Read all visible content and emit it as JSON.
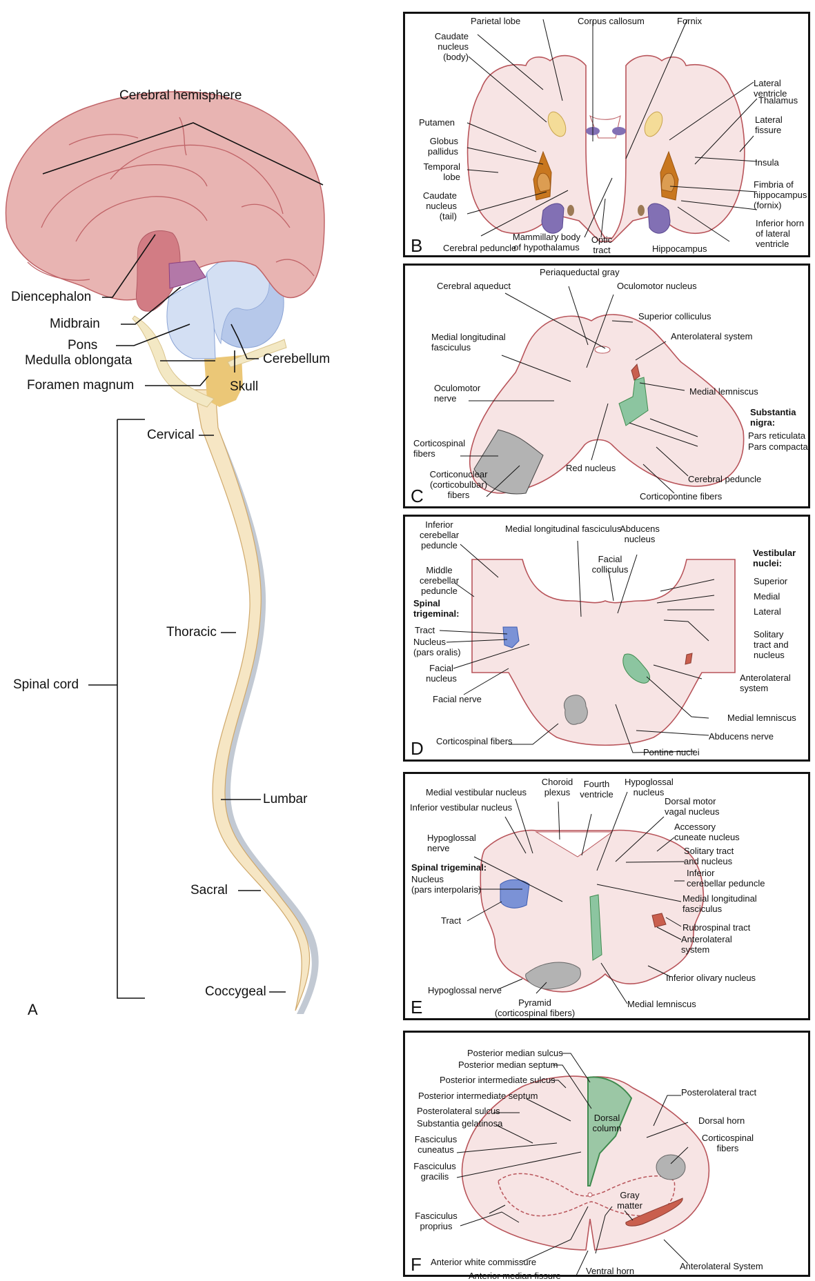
{
  "colors": {
    "tissue_fill": "#f7e4e4",
    "tissue_stroke": "#b8545a",
    "cerebrum": "#e8b4b2",
    "diencephalon": "#d27c84",
    "midbrain": "#b378a8",
    "brainstem_blue": "#d3dff3",
    "cerebellum_dark": "#b6c8ea",
    "medulla": "#ebc777",
    "cord": "#f6e6c4",
    "skull": "#f3e8c4",
    "caudate": "#f4dc98",
    "putamen": "#c8771f",
    "globus": "#dc9d52",
    "hippocampus": "#8270b4",
    "blue_nucleus": "#7b92d6",
    "green_lemniscus": "#8cc5a0",
    "red_anterolateral": "#c95f4e",
    "gray_corticospinal": "#b3b3b3"
  },
  "panel_a": {
    "letter": "A",
    "labels": {
      "cerebral_hemisphere": "Cerebral hemisphere",
      "diencephalon": "Diencephalon",
      "midbrain": "Midbrain",
      "pons": "Pons",
      "medulla": "Medulla oblongata",
      "foramen": "Foramen magnum",
      "cerebellum": "Cerebellum",
      "skull": "Skull",
      "spinal_cord": "Spinal cord",
      "cervical": "Cervical",
      "thoracic": "Thoracic",
      "lumbar": "Lumbar",
      "sacral": "Sacral",
      "coccygeal": "Coccygeal"
    }
  },
  "panel_b": {
    "letter": "B",
    "labels": {
      "parietal": "Parietal lobe",
      "corpus": "Corpus callosum",
      "fornix": "Fornix",
      "caudate_body": "Caudate\nnucleus\n(body)",
      "lat_ventricle": "Lateral\nventricle",
      "thalamus": "Thalamus",
      "putamen": "Putamen",
      "lat_fissure": "Lateral\nfissure",
      "globus": "Globus\npallidus",
      "insula": "Insula",
      "temporal": "Temporal\nlobe",
      "fimbria": "Fimbria of\nhippocampus\n(fornix)",
      "caudate_tail": "Caudate\nnucleus\n(tail)",
      "inf_horn": "Inferior horn\nof lateral\nventricle",
      "cereb_ped": "Cerebral peduncle",
      "mammillary": "Mammillary body\nof hypothalamus",
      "optic": "Optic\ntract",
      "hippocampus": "Hippocampus"
    }
  },
  "panel_c": {
    "letter": "C",
    "labels": {
      "periaqueductal": "Periaqueductal gray",
      "aqueduct": "Cerebral aqueduct",
      "oculomotor_nuc": "Oculomotor nucleus",
      "sup_colliculus": "Superior colliculus",
      "mlf": "Medial longitudinal\nfasciculus",
      "anterolateral": "Anterolateral system",
      "ocul_nerve": "Oculomotor\nnerve",
      "med_lemniscus": "Medial lemniscus",
      "subst_nigra": "Substantia\nnigra:",
      "pars_ret": "Pars reticulata",
      "pars_comp": "Pars compacta",
      "corticospinal": "Corticospinal\nfibers",
      "red_nucleus": "Red nucleus",
      "cereb_ped": "Cerebral peduncle",
      "corticonuclear": "Corticonuclear\n(corticobulbar)\nfibers",
      "corticopontine": "Corticopontine fibers"
    }
  },
  "panel_d": {
    "letter": "D",
    "labels": {
      "icp": "Inferior\ncerebellar\npeduncle",
      "mlf": "Medial longitudinal fasciculus",
      "abducens_nuc": "Abducens\nnucleus",
      "facial_coll": "Facial\ncolliculus",
      "vestibular": "Vestibular\nnuclei:",
      "mcp": "Middle\ncerebellar\npeduncle",
      "superior": "Superior",
      "medial": "Medial",
      "lateral": "Lateral",
      "spinal_trig": "Spinal\ntrigeminal:",
      "tract": "Tract",
      "nucleus_oralis": "Nucleus\n(pars oralis)",
      "solitary": "Solitary\ntract and\nnucleus",
      "facial_nuc": "Facial\nnucleus",
      "anterolateral": "Anterolateral\nsystem",
      "facial_nerve": "Facial nerve",
      "med_lemniscus": "Medial lemniscus",
      "abducens_nerve": "Abducens nerve",
      "corticospinal": "Corticospinal fibers",
      "pontine": "Pontine nuclei"
    }
  },
  "panel_e": {
    "letter": "E",
    "labels": {
      "choroid": "Choroid\nplexus",
      "fourth": "Fourth\nventricle",
      "hypo_nuc": "Hypoglossal\nnucleus",
      "med_vest": "Medial vestibular nucleus",
      "inf_vest": "Inferior vestibular nucleus",
      "dorsal_motor": "Dorsal motor\nvagal nucleus",
      "accessory": "Accessory\ncuneate nucleus",
      "hypo_nerve_top": "Hypoglossal\nnerve",
      "solitary": "Solitary tract\nand nucleus",
      "spinal_trig": "Spinal trigeminal:",
      "icp": "Inferior\ncerebellar peduncle",
      "nucleus_interp": "Nucleus\n(pars interpolaris)",
      "mlf": "Medial longitudinal\nfasciculus",
      "tract": "Tract",
      "rubrospinal": "Rubrospinal tract",
      "anterolateral": "Anterolateral\nsystem",
      "inf_olivary": "Inferior olivary nucleus",
      "hypo_nerve_bottom": "Hypoglossal nerve",
      "med_lemniscus": "Medial lemniscus",
      "pyramid": "Pyramid\n(corticospinal fibers)"
    }
  },
  "panel_f": {
    "letter": "F",
    "labels": {
      "post_med_sulcus": "Posterior median sulcus",
      "post_med_septum": "Posterior median septum",
      "post_int_sulcus": "Posterior intermediate sulcus",
      "post_int_septum": "Posterior intermediate septum",
      "posterolateral_tract": "Posterolateral tract",
      "posterolateral_sulcus": "Posterolateral sulcus",
      "subst_gel": "Substantia gelatinosa",
      "dorsal_horn": "Dorsal horn",
      "dorsal_column": "Dorsal\ncolumn",
      "fasc_cuneatus": "Fasciculus\ncuneatus",
      "corticospinal": "Corticospinal\nfibers",
      "fasc_gracilis": "Fasciculus\ngracilis",
      "gray_matter": "Gray\nmatter",
      "fasc_proprius": "Fasciculus\nproprius",
      "ant_white": "Anterior white commissure",
      "ventral_horn": "Ventral horn",
      "anterolateral": "Anterolateral System",
      "ant_med_fissure": "Anterior median fissure"
    }
  }
}
